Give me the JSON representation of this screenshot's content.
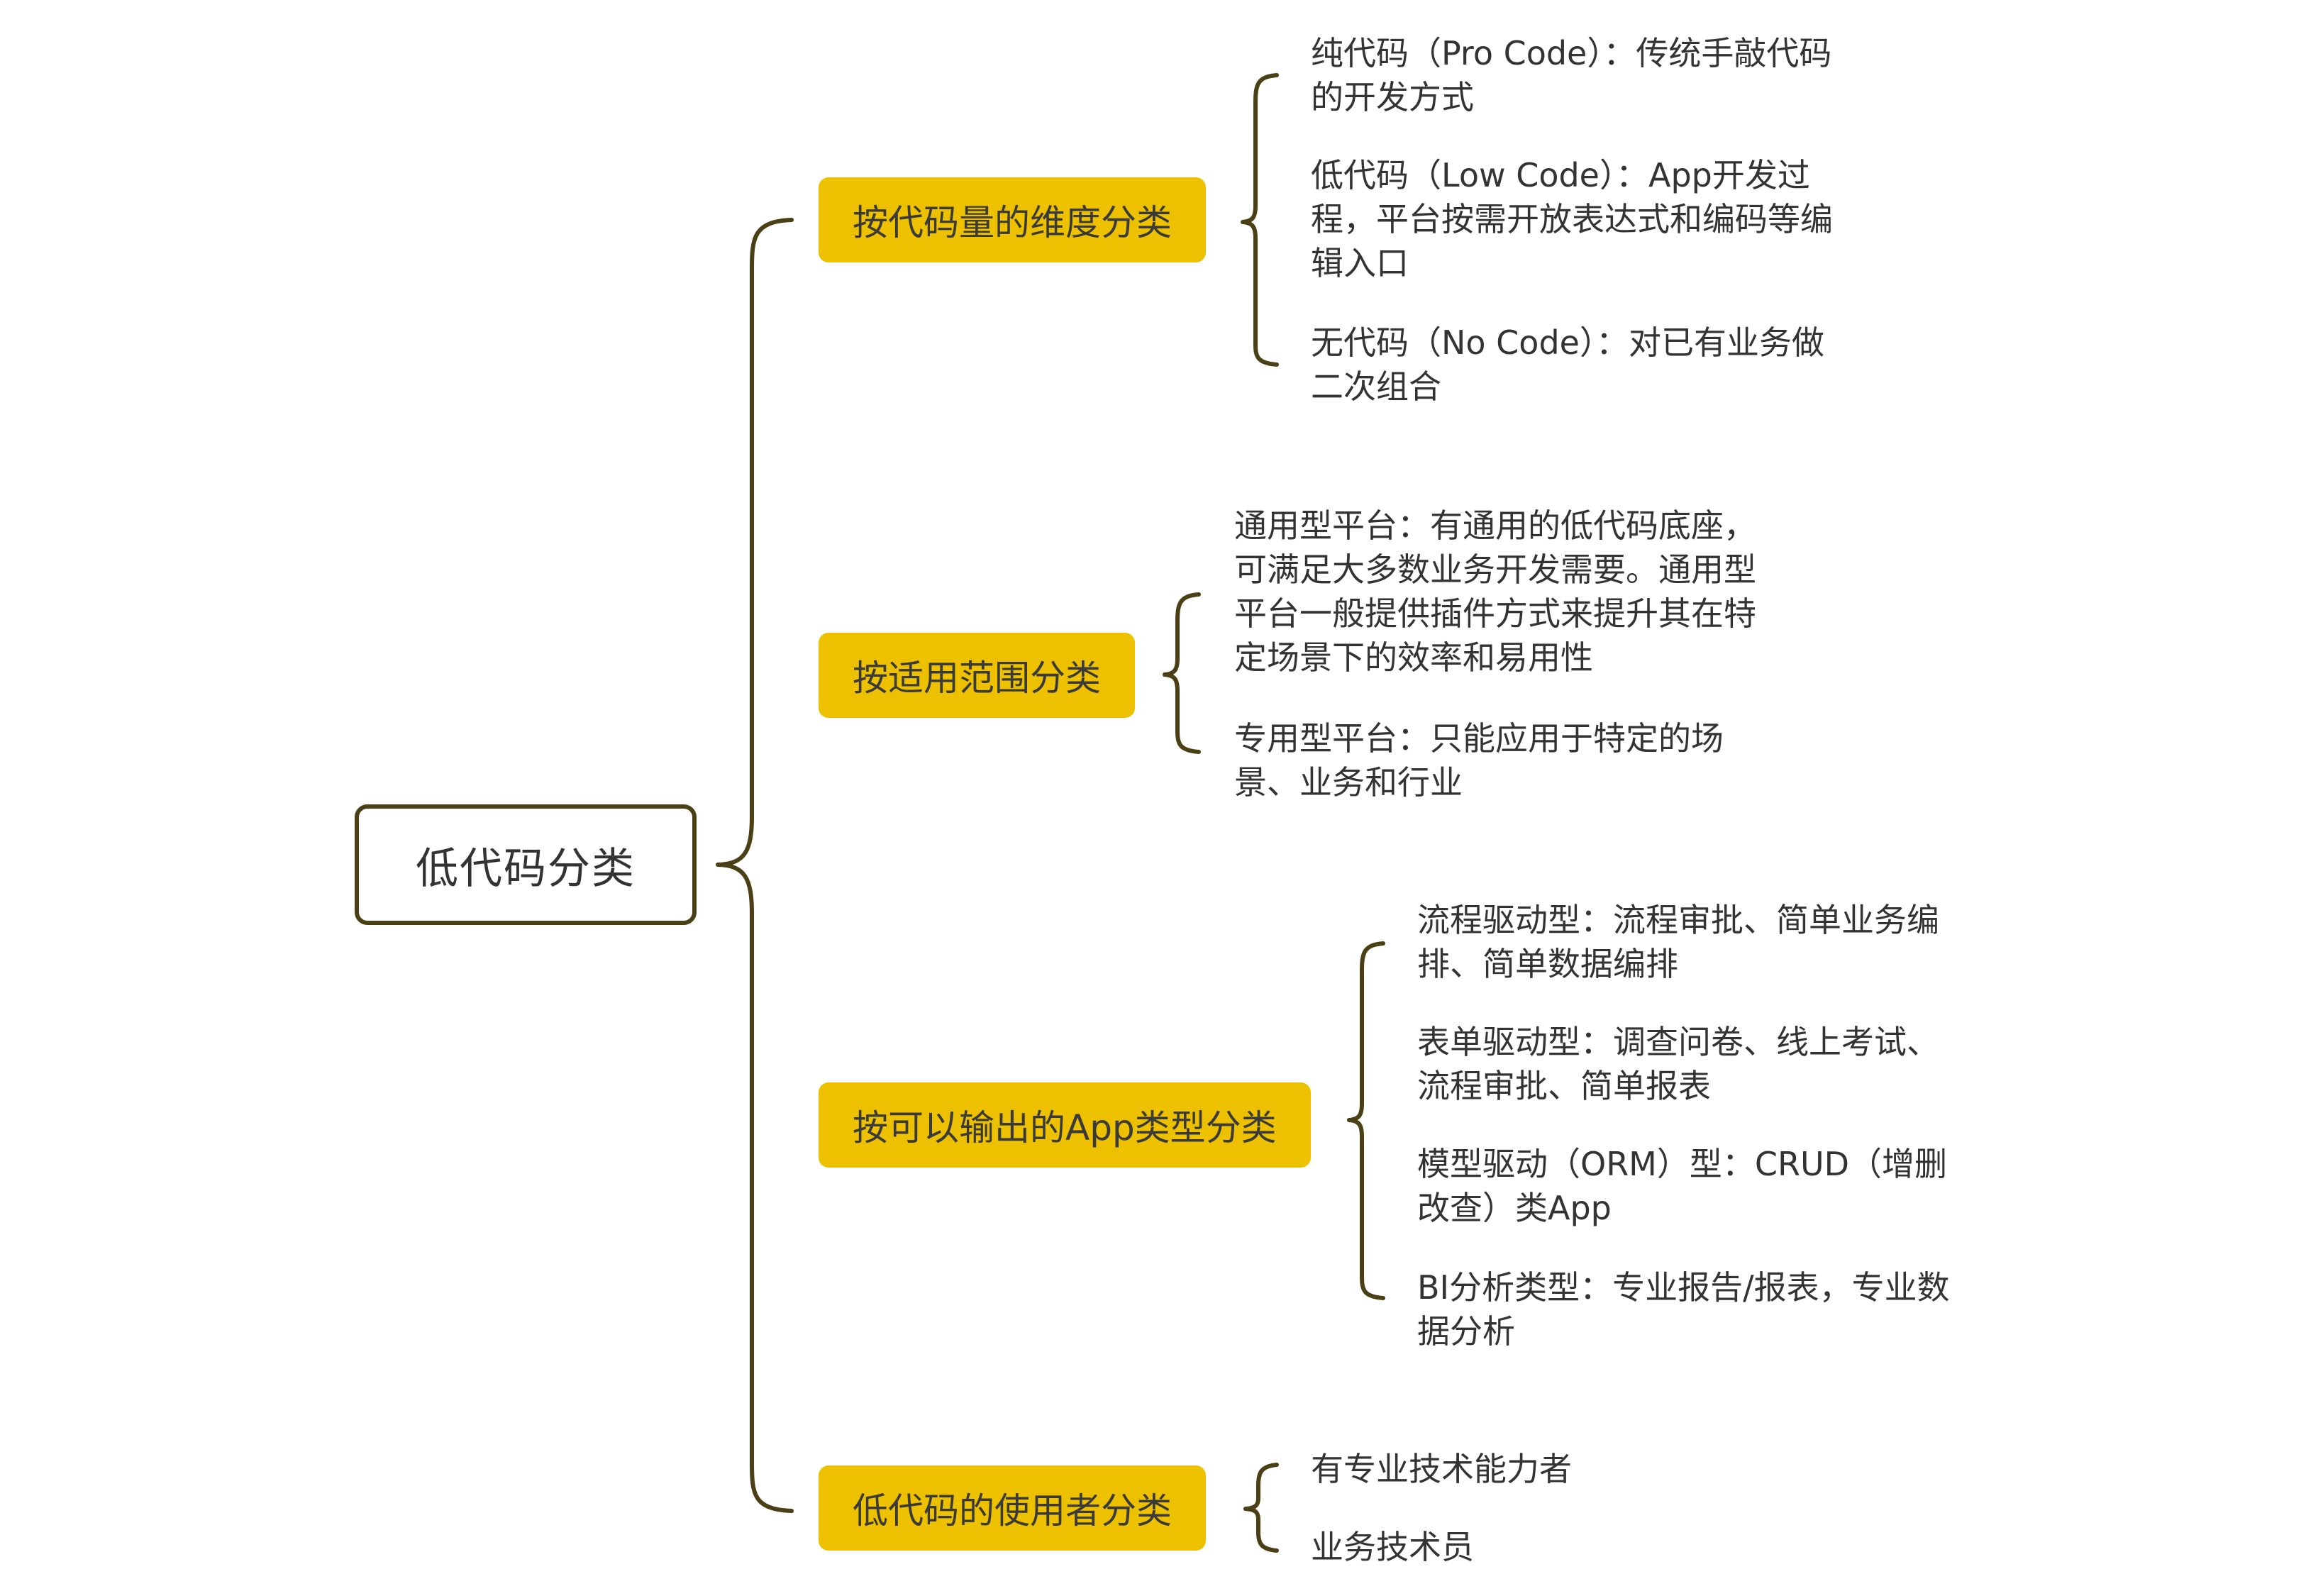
{
  "root": {
    "label": "低代码分类"
  },
  "categories": [
    {
      "label": "按代码量的维度分类",
      "items": [
        {
          "text": "纯代码（Pro Code）：传统手敲代码\n的开发方式"
        },
        {
          "text": "低代码（Low Code）：App开发过\n程，平台按需开放表达式和编码等编\n辑入口"
        },
        {
          "text": "无代码（No Code）：对已有业务做\n二次组合"
        }
      ]
    },
    {
      "label": "按适用范围分类",
      "items": [
        {
          "text": "通用型平台：有通用的低代码底座，\n可满足大多数业务开发需要。通用型\n平台一般提供插件方式来提升其在特\n定场景下的效率和易用性"
        },
        {
          "text": "专用型平台：只能应用于特定的场\n景、业务和行业"
        }
      ]
    },
    {
      "label": "按可以输出的App类型分类",
      "items": [
        {
          "text": "流程驱动型：流程审批、简单业务编\n排、简单数据编排"
        },
        {
          "text": "表单驱动型：调查问卷、线上考试、\n流程审批、简单报表"
        },
        {
          "text": "模型驱动（ORM）型：CRUD（增删\n改查）类App"
        },
        {
          "text": "BI分析类型：专业报告/报表，专业数\n据分析"
        }
      ]
    },
    {
      "label": "低代码的使用者分类",
      "items": [
        {
          "text": "有专业技术能力者"
        },
        {
          "text": "业务技术员"
        }
      ]
    }
  ],
  "colors": {
    "accent": "#edc100",
    "line": "#4a3f15",
    "text": "#333333"
  }
}
